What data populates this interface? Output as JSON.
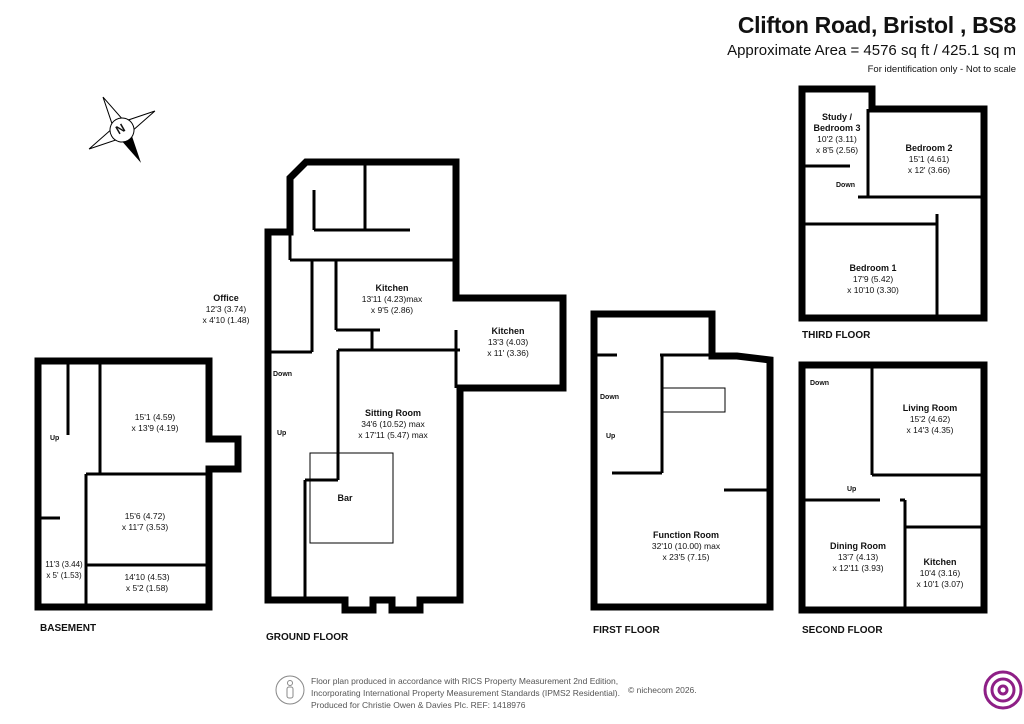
{
  "header": {
    "title": "Clifton Road, Bristol , BS8",
    "area": "Approximate Area = 4576 sq ft / 425.1 sq m",
    "note": "For identification only - Not to scale"
  },
  "compass": {
    "label": "N",
    "icon": "compass-icon"
  },
  "floors": {
    "basement": {
      "label": "BASEMENT",
      "rooms": [
        {
          "name": "",
          "dims1": "15'1 (4.59)",
          "dims2": "x 13'9 (4.19)"
        },
        {
          "name": "",
          "dims1": "15'6 (4.72)",
          "dims2": "x 11'7 (3.53)"
        },
        {
          "name": "",
          "dims1": "11'3 (3.44)",
          "dims2": "x 5' (1.53)"
        },
        {
          "name": "",
          "dims1": "14'10 (4.53)",
          "dims2": "x 5'2 (1.58)"
        }
      ],
      "stairs": [
        "Up"
      ]
    },
    "ground": {
      "label": "GROUND FLOOR",
      "rooms": [
        {
          "name": "Office",
          "dims1": "12'3 (3.74)",
          "dims2": "x 4'10 (1.48)"
        },
        {
          "name": "Kitchen",
          "dims1": "13'11 (4.23)max",
          "dims2": "x 9'5 (2.86)"
        },
        {
          "name": "Kitchen",
          "dims1": "13'3 (4.03)",
          "dims2": "x 11' (3.36)"
        },
        {
          "name": "Sitting Room",
          "dims1": "34'6 (10.52) max",
          "dims2": "x 17'11 (5.47) max"
        },
        {
          "name": "Bar",
          "dims1": "",
          "dims2": ""
        }
      ],
      "stairs": [
        "Down",
        "Up"
      ]
    },
    "first": {
      "label": "FIRST FLOOR",
      "rooms": [
        {
          "name": "Function Room",
          "dims1": "32'10 (10.00) max",
          "dims2": "x 23'5 (7.15)"
        }
      ],
      "stairs": [
        "Down",
        "Up"
      ]
    },
    "second": {
      "label": "SECOND FLOOR",
      "rooms": [
        {
          "name": "Living Room",
          "dims1": "15'2 (4.62)",
          "dims2": "x 14'3 (4.35)"
        },
        {
          "name": "Dining Room",
          "dims1": "13'7 (4.13)",
          "dims2": "x 12'11 (3.93)"
        },
        {
          "name": "Kitchen",
          "dims1": "10'4 (3.16)",
          "dims2": "x 10'1 (3.07)"
        }
      ],
      "stairs": [
        "Down",
        "Up"
      ]
    },
    "third": {
      "label": "THIRD FLOOR",
      "rooms": [
        {
          "name": "Study / Bedroom 3",
          "dims1": "10'2 (3.11)",
          "dims2": "x 8'5 (2.56)"
        },
        {
          "name": "Bedroom 2",
          "dims1": "15'1 (4.61)",
          "dims2": "x 12' (3.66)"
        },
        {
          "name": "Bedroom 1",
          "dims1": "17'9 (5.42)",
          "dims2": "x 10'10 (3.30)"
        }
      ],
      "stairs": [
        "Down"
      ]
    }
  },
  "footer": {
    "line1": "Floor plan produced in accordance with RICS Property Measurement 2nd Edition,",
    "line2": "Incorporating International Property Measurement Standards (IPMS2 Residential).",
    "line3": "Produced for Christie Owen & Davies Plc.   REF: 1418976",
    "copyright": "© nichecom 2026.",
    "brand_color": "#8e1f86"
  }
}
